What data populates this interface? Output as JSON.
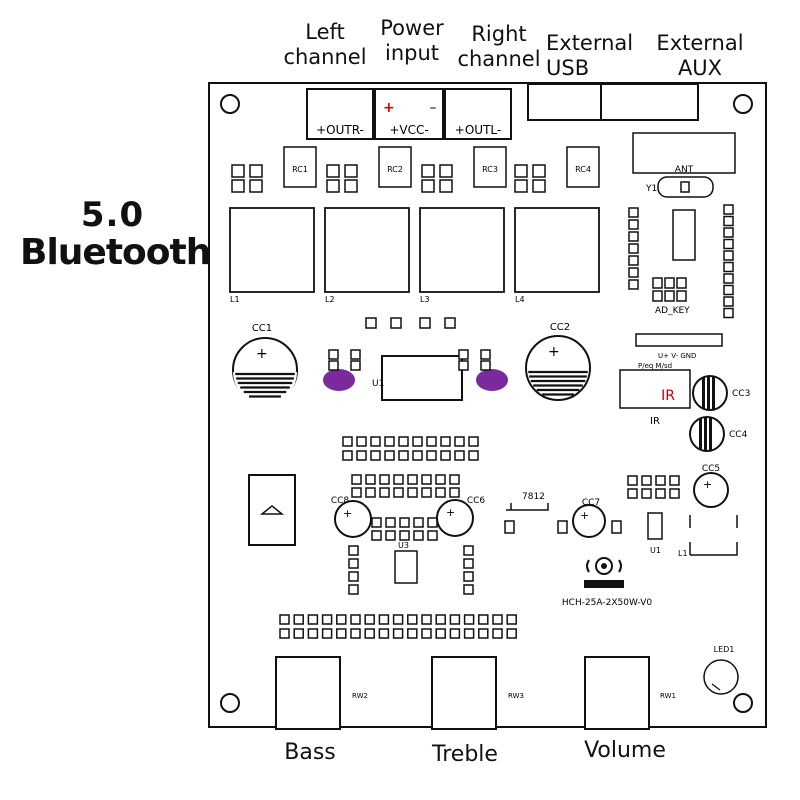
{
  "heading": {
    "line1": "5.0",
    "line2": "Bluetooth"
  },
  "ports": [
    {
      "line1": "Left",
      "line2": "channel"
    },
    {
      "line1": "Power",
      "line2": "input"
    },
    {
      "line1": "Right",
      "line2": "channel"
    },
    {
      "line1": "External",
      "line2": "USB"
    },
    {
      "line1": "External",
      "line2": "AUX"
    }
  ],
  "knobs": {
    "bass": "Bass",
    "treble": "Treble",
    "volume": "Volume"
  },
  "terminals": {
    "outr": "+OUTR-",
    "vcc": "+VCC-",
    "outl": "+OUTL-",
    "plus": "+",
    "minus": "–"
  },
  "components": {
    "rc": [
      "RC1",
      "RC2",
      "RC3",
      "RC4"
    ],
    "inductors": [
      "L1",
      "L2",
      "L3",
      "L4"
    ],
    "caps_big": [
      "CC1",
      "CC2",
      "CC3",
      "CC4",
      "CC5",
      "CC6",
      "CC7",
      "CC8"
    ],
    "ant": "ANT",
    "y1": "Y1",
    "ad_key": "AD_KEY",
    "ir": "IR",
    "ir_big": "IR",
    "u1": "U1",
    "u3": "U3",
    "reg": "7812",
    "rw1": "RW1",
    "rw2": "RW2",
    "rw3": "RW3",
    "led": "LED1",
    "model": "HCH-25A-2X50W-V0",
    "pins": "U+ V- GND",
    "pins2": "P/eq M/sd",
    "l1b": "L1"
  },
  "accent": {
    "silk": "#111111",
    "pad_purple": "#7b2a9e",
    "terminal_red": "#cc0000"
  }
}
